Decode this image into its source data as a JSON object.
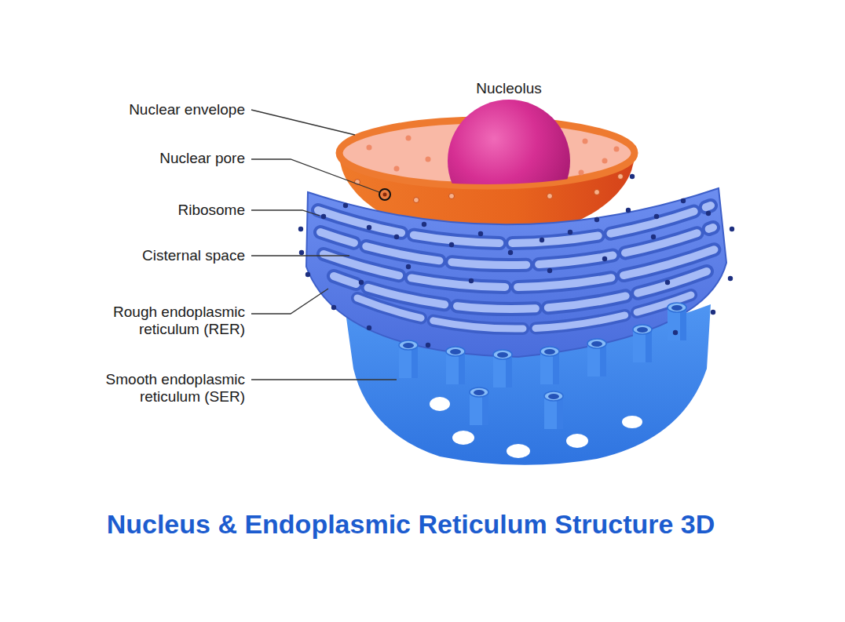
{
  "diagram": {
    "title": "Nucleus & Endoplasmic Reticulum Structure 3D",
    "labels": [
      "Nucleolus",
      "Nuclear envelope",
      "Nuclear pore",
      "Ribosome",
      "Cisternal space",
      "Rough endoplasmic reticulum (RER)",
      "Smooth endoplasmic reticulum (SER)"
    ]
  }
}
